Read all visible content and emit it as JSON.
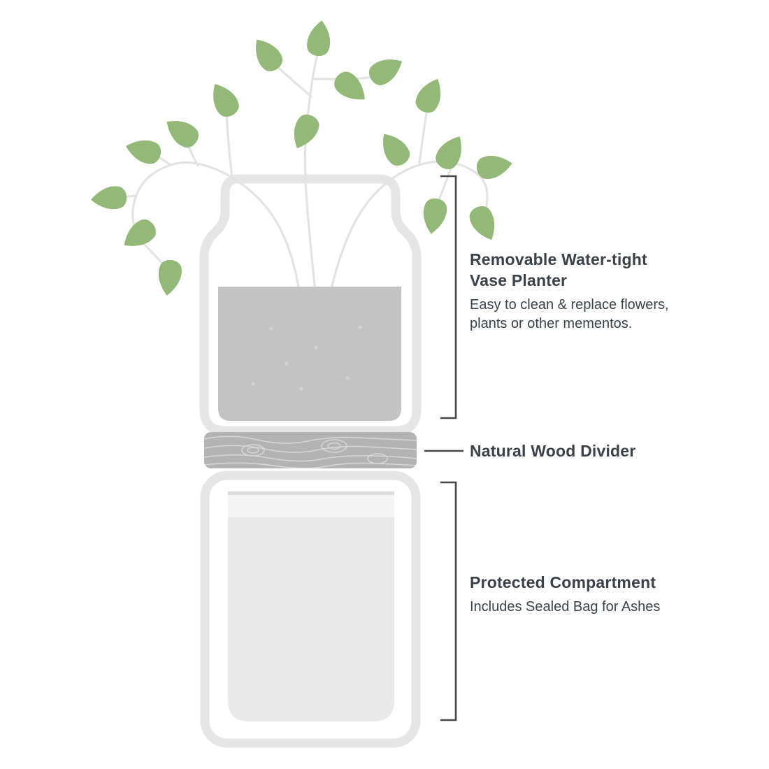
{
  "colors": {
    "leaf": "#94b877",
    "stem": "#e3e3e3",
    "vase": "#e5e5e5",
    "soil": "#c3c3c3",
    "soil_speckle": "#d4d4d4",
    "wood": "#b3b3b3",
    "wood_grain": "#d7d7d7",
    "compartment": "#e9e9e9",
    "bag_band": "#f4f4f4",
    "bag_edge": "#dcdcdc",
    "text": "#3a4149",
    "callout": "#484848"
  },
  "annotations": {
    "planter": {
      "title_lines": [
        "Removable Water-tight",
        "Vase Planter"
      ],
      "desc_lines": [
        "Easy to clean & replace flowers,",
        "plants or other mementos."
      ]
    },
    "divider": {
      "title": "Natural Wood Divider"
    },
    "compartment": {
      "title": "Protected Compartment",
      "desc": "Includes Sealed Bag for Ashes"
    }
  }
}
